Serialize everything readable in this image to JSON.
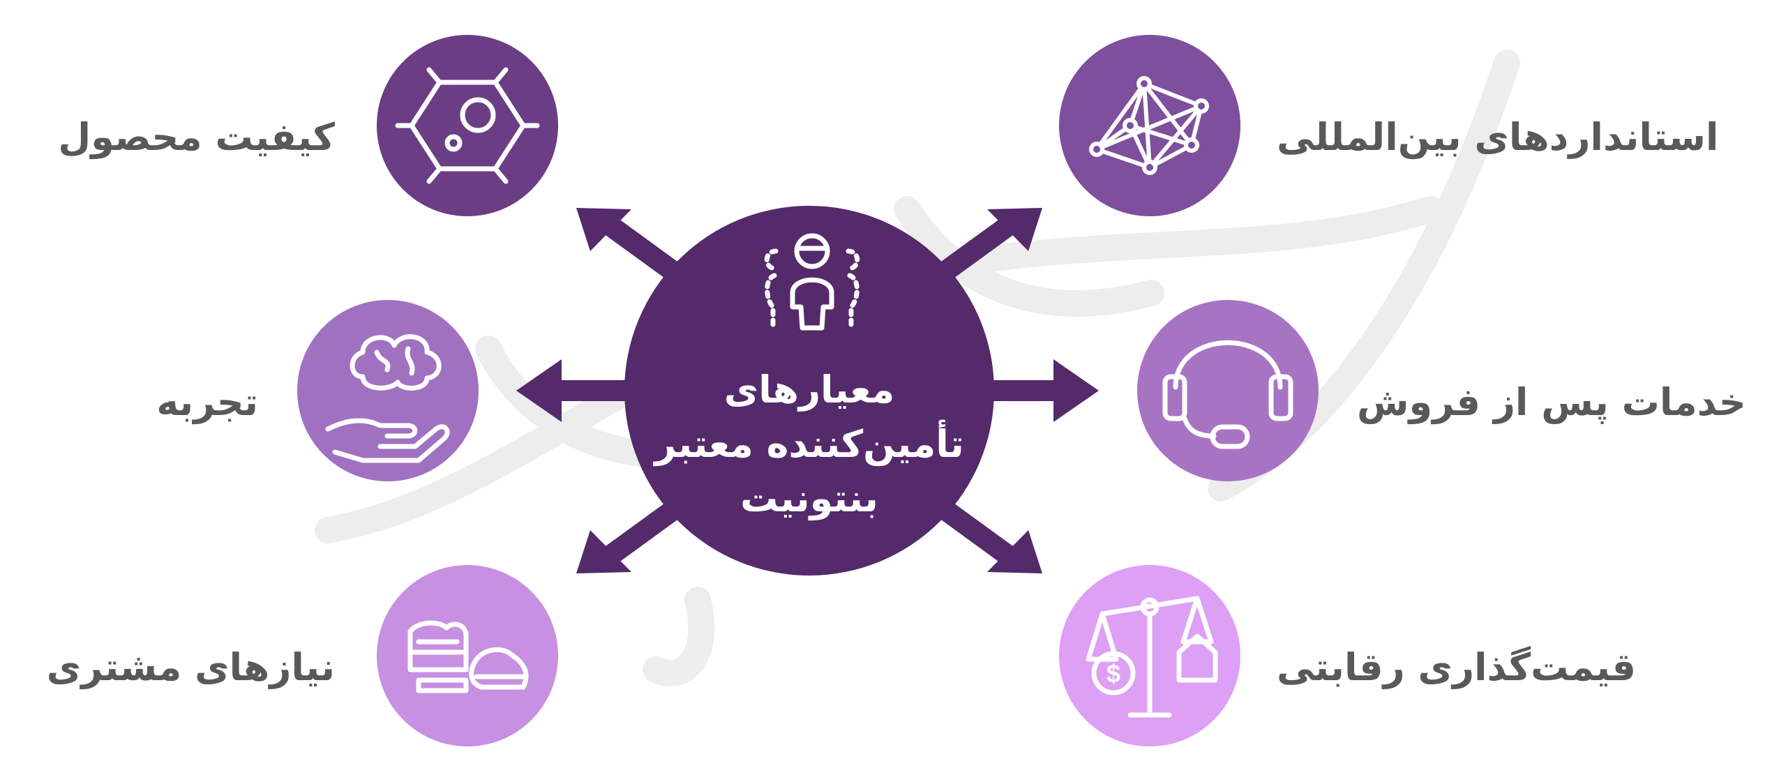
{
  "center": {
    "line1": "معیارهای",
    "line2": "تأمین‌کننده معتبر",
    "line3": "بنتونیت",
    "icon": "team-person-icon",
    "color": "#542a6b"
  },
  "items": [
    {
      "key": "international-standards",
      "label": "استانداردهای بین‌المللی",
      "icon": "network-icon",
      "color": "#7d4f9c"
    },
    {
      "key": "after-sales",
      "label": "خدمات پس از فروش",
      "icon": "headset-icon",
      "color": "#a774c4"
    },
    {
      "key": "competitive-pricing",
      "label": "قیمت‌گذاری رقابتی",
      "icon": "scale-price-icon",
      "color": "#dda0f5"
    },
    {
      "key": "product-quality",
      "label": "کیفیت محصول",
      "icon": "molecule-icon",
      "color": "#6a3d85"
    },
    {
      "key": "experience",
      "label": "تجربه",
      "icon": "brain-hand-icon",
      "color": "#a071c0"
    },
    {
      "key": "customer-needs",
      "label": "نیازهای مشتری",
      "icon": "shoes-icon",
      "color": "#c790e2"
    }
  ],
  "arrow_color": "#542a6b"
}
